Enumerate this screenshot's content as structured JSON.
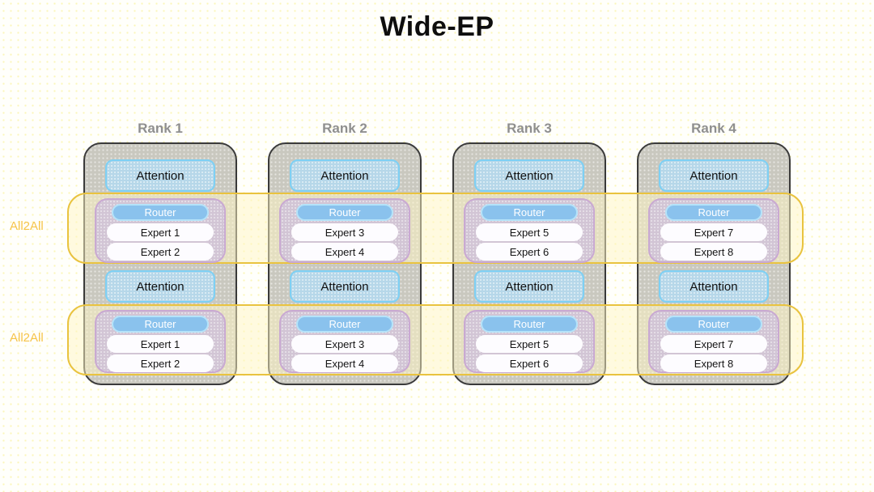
{
  "title": "Wide-EP",
  "bands": [
    {
      "label": "All2All"
    },
    {
      "label": "All2All"
    }
  ],
  "ranks": [
    {
      "label": "Rank 1",
      "attention": "Attention",
      "router": "Router",
      "experts": [
        "Expert 1",
        "Expert 2"
      ]
    },
    {
      "label": "Rank 2",
      "attention": "Attention",
      "router": "Router",
      "experts": [
        "Expert 3",
        "Expert 4"
      ]
    },
    {
      "label": "Rank 3",
      "attention": "Attention",
      "router": "Router",
      "experts": [
        "Expert 5",
        "Expert 6"
      ]
    },
    {
      "label": "Rank 4",
      "attention": "Attention",
      "router": "Router",
      "experts": [
        "Expert 7",
        "Expert 8"
      ]
    }
  ],
  "colors": {
    "title_text": "#0e0e0e",
    "rank_label_text": "#8f8f8f",
    "rank_fill": "#c9c8bf",
    "rank_border": "#3a3a3a",
    "attention_fill": "#b6d7e9",
    "attention_border": "#7ed0f4",
    "moe_fill": "#d2c5d5",
    "moe_border": "#c9a9d2",
    "router_fill": "#8ac2ed",
    "router_border": "#b5e3f9",
    "router_text": "#ffffff",
    "expert_fill": "#fdfcff",
    "band_fill": "#fff6c3",
    "band_border": "#e9c33f",
    "all2all_text": "#f6c44a"
  }
}
